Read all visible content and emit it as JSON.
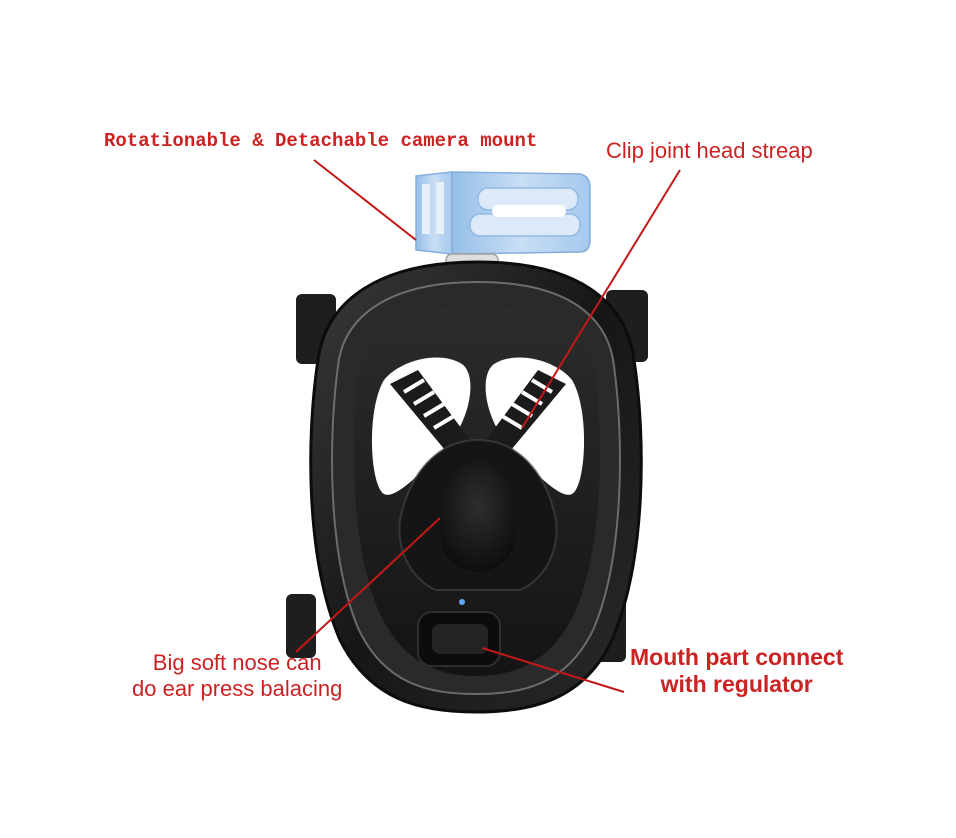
{
  "labels": {
    "camera_mount": "Rotationable & Detachable camera mount",
    "head_strap": "Clip joint head streap",
    "nose": {
      "line1": "Big soft nose can",
      "line2": "do ear press balacing"
    },
    "mouth": {
      "line1": "Mouth part connect",
      "line2": "with regulator"
    }
  },
  "colors": {
    "label_red": "#cc2222",
    "leader_red": "#c41818",
    "mask_body": "#1a1a1a",
    "camera_mount_blue": "#9cc3ea"
  }
}
